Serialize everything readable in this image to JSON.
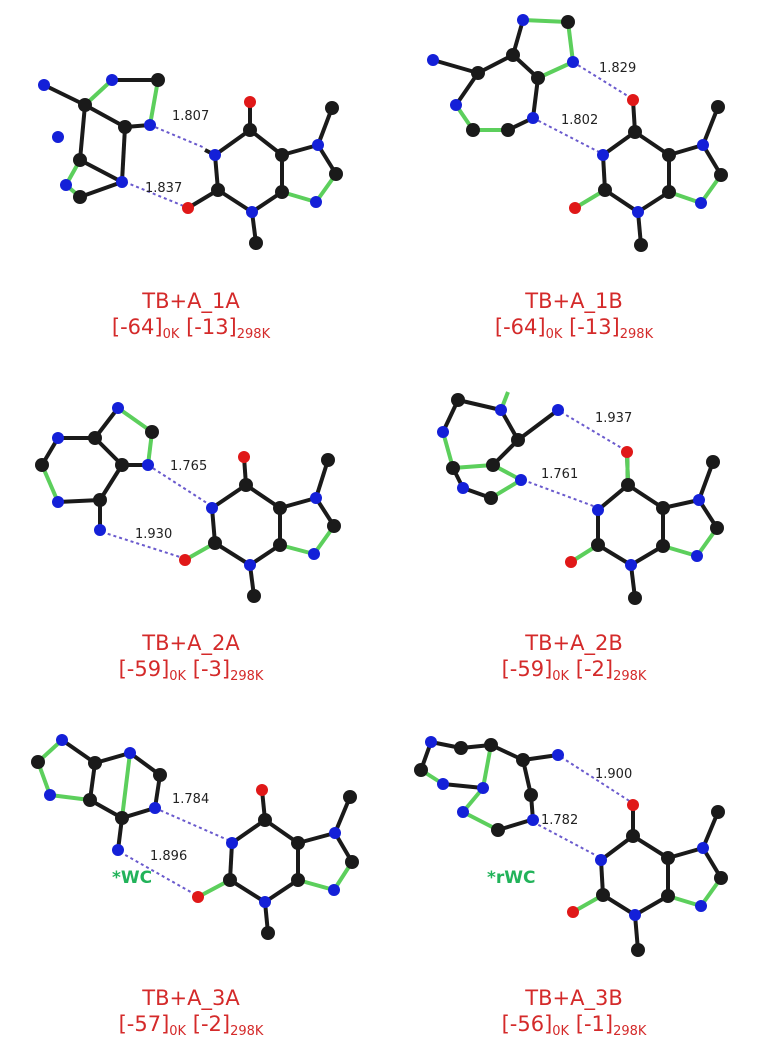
{
  "panels": [
    {
      "name": "TB+A_1A",
      "e0": "[-64]",
      "e0_sub": "0K",
      "e298": "[-13]",
      "e298_sub": "298K",
      "tag": "",
      "hbonds": [
        "1.807",
        "1.837"
      ]
    },
    {
      "name": "TB+A_1B",
      "e0": "[-64]",
      "e0_sub": "0K",
      "e298": "[-13]",
      "e298_sub": "298K",
      "tag": "",
      "hbonds": [
        "1.829",
        "1.802"
      ]
    },
    {
      "name": "TB+A_2A",
      "e0": "[-59]",
      "e0_sub": "0K",
      "e298": "[-3]",
      "e298_sub": "298K",
      "tag": "",
      "hbonds": [
        "1.765",
        "1.930"
      ]
    },
    {
      "name": "TB+A_2B",
      "e0": "[-59]",
      "e0_sub": "0K",
      "e298": "[-2]",
      "e298_sub": "298K",
      "tag": "",
      "hbonds": [
        "1.937",
        "1.761"
      ]
    },
    {
      "name": "TB+A_3A",
      "e0": "[-57]",
      "e0_sub": "0K",
      "e298": "[-2]",
      "e298_sub": "298K",
      "tag": "*WC",
      "hbonds": [
        "1.784",
        "1.896"
      ]
    },
    {
      "name": "TB+A_3B",
      "e0": "[-56]",
      "e0_sub": "0K",
      "e298": "[-1]",
      "e298_sub": "298K",
      "tag": "*rWC",
      "hbonds": [
        "1.900",
        "1.782"
      ]
    }
  ],
  "colors": {
    "carbon": "#1a1a1a",
    "nitrogen": "#1420d8",
    "oxygen": "#e01818",
    "hydrogen": "#3a8fd6",
    "aromatic_bond": "#5ccf5c",
    "hbond": "#6a5acd",
    "caption": "#d42a2a",
    "tag": "#22b35a"
  }
}
